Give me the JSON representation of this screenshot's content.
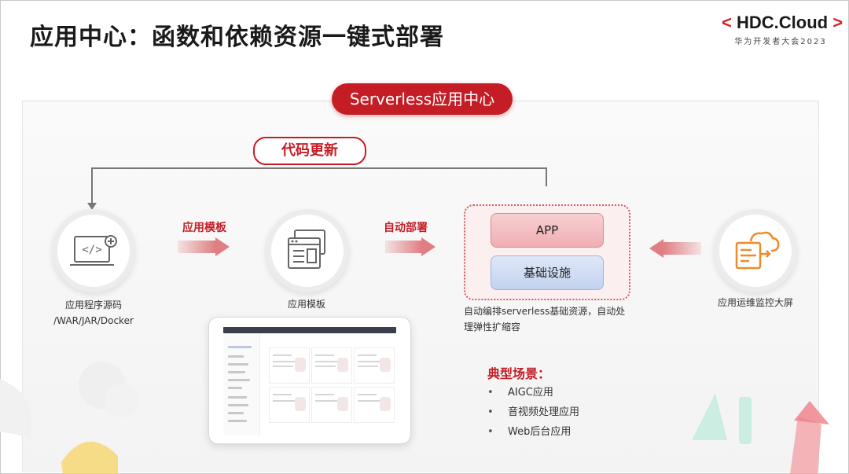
{
  "page": {
    "title": "应用中心：函数和依赖资源一键式部署"
  },
  "brand": {
    "left_bracket": "<",
    "name": "HDC.Cloud",
    "right_bracket": ">",
    "subtitle": "华为开发者大会2023",
    "accent_color": "#d4202c"
  },
  "diagram": {
    "header_pill": "Serverless应用中心",
    "loop_label": "代码更新",
    "arrows": {
      "first": "应用模板",
      "second": "自动部署"
    },
    "nodes": {
      "source": {
        "icon": "code-window-icon",
        "line1": "应用程序源码",
        "line2": "/WAR/JAR/Docker"
      },
      "template": {
        "icon": "template-windows-icon",
        "label": "应用模板"
      },
      "monitor": {
        "icon": "cloud-document-icon",
        "label": "应用运维监控大屏"
      }
    },
    "stack": {
      "app_layer": "APP",
      "infra_layer": "基础设施",
      "caption": "自动编排serverless基础资源，自动处理弹性扩缩容"
    },
    "scenarios": {
      "title": "典型场景：",
      "bullet": "•",
      "items": [
        "AIGC应用",
        "音视频处理应用",
        "Web后台应用"
      ]
    },
    "colors": {
      "primary_red": "#c51d26",
      "app_layer": "#efaeb2",
      "infra_layer": "#c2d2ef",
      "monitor_icon": "#f08a2c"
    }
  }
}
